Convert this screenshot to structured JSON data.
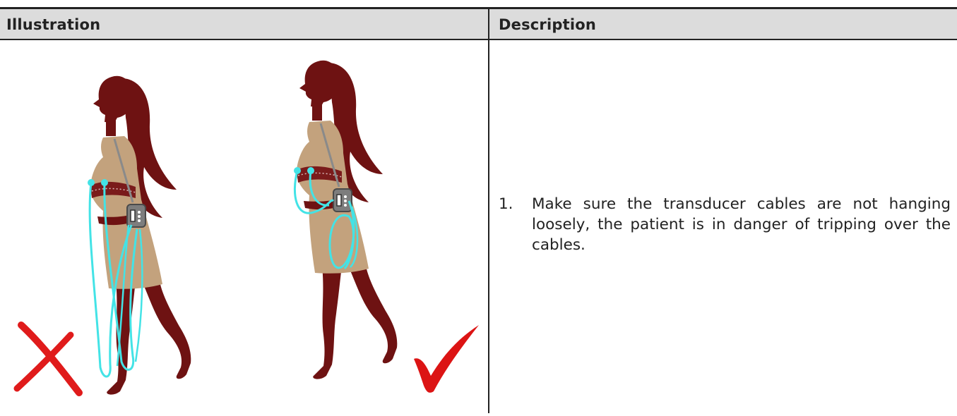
{
  "table": {
    "header": {
      "illustration": "Illustration",
      "description": "Description"
    },
    "steps": [
      {
        "number": "1.",
        "text": "Make sure the transducer cables are not hanging loosely, the patient is in danger of tripping over the cables."
      }
    ]
  },
  "colors": {
    "silhouette": "#6e1212",
    "dress": "#c3a27d",
    "cable": "#43e3e6",
    "monitor": "#7d7d7d",
    "wrong_mark": "#e01b1b",
    "right_mark": "#dc1414",
    "header_background": "#dcdcdc"
  },
  "icons": {
    "wrong": "red-x-icon",
    "correct": "red-checkmark-icon"
  }
}
